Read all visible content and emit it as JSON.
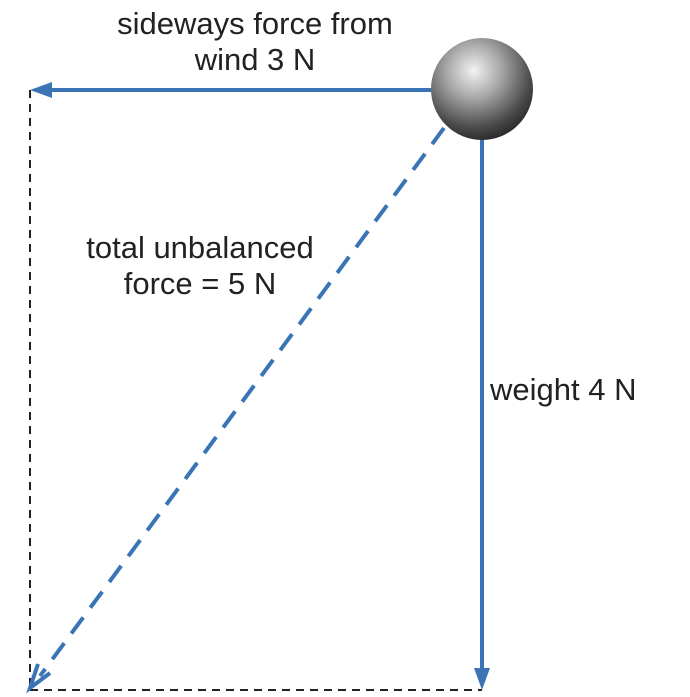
{
  "labels": {
    "wind": {
      "line1": "sideways force from",
      "line2": "wind 3 N"
    },
    "total": {
      "line1": "total unbalanced",
      "line2": "force = 5 N"
    },
    "weight": {
      "line1": "weight 4 N"
    }
  },
  "colors": {
    "arrow": "#3a74b4",
    "construction": "#222222",
    "text": "#222222",
    "ball_light": "#f2f2f2",
    "ball_mid": "#8a8a8a",
    "ball_dark": "#1e1e1e"
  },
  "forces": {
    "wind_newtons": 3,
    "weight_newtons": 4,
    "resultant_newtons": 5
  }
}
